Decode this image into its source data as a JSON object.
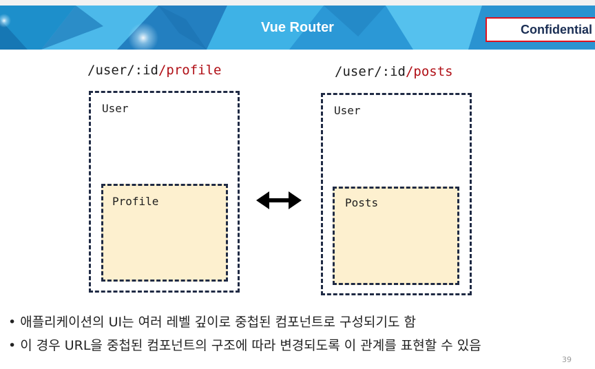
{
  "slide": {
    "title": "Vue Router",
    "badge": "Confidential",
    "page_number": "39"
  },
  "diagram": {
    "left": {
      "route_prefix": "/user/:id",
      "route_suffix": "/profile",
      "outer_label": "User",
      "inner_label": "Profile"
    },
    "right": {
      "route_prefix": "/user/:id",
      "route_suffix": "/posts",
      "outer_label": "User",
      "inner_label": "Posts"
    },
    "connector_icon": "double-arrow-icon"
  },
  "bullets": [
    "애플리케이션의 UI는 여러 레벨 깊이로 중첩된 컴포넌트로 구성되기도 함",
    "이 경우 URL을 중첩된 컴포넌트의 구조에 따라 변경되도록 이 관계를 표현할 수 있음"
  ],
  "bullet_marker": "•",
  "colors": {
    "banner_blue": "#2aa3dc",
    "badge_border": "#e0101d",
    "badge_text": "#1a2e54",
    "route_highlight": "#b00f16",
    "inner_fill": "#fdf0cf",
    "dash_border": "#1f2a44"
  }
}
